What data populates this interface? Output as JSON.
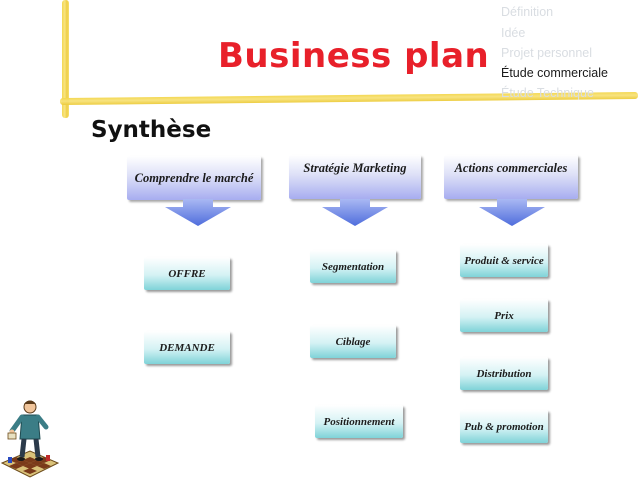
{
  "header": {
    "title": "Business plan"
  },
  "nav": {
    "items": [
      {
        "label": "Définition",
        "active": false
      },
      {
        "label": "Idée",
        "active": false
      },
      {
        "label": "Projet personnel",
        "active": false
      },
      {
        "label": "Étude commerciale",
        "active": true
      },
      {
        "label": "Étude Technique",
        "active": false
      }
    ]
  },
  "section": {
    "heading": "Synthèse"
  },
  "columns": [
    {
      "header": "Comprendre le marché",
      "boxes": [
        "OFFRE",
        "DEMANDE"
      ]
    },
    {
      "header": "Stratégie Marketing",
      "boxes": [
        "Segmentation",
        "Ciblage",
        "Positionnement"
      ]
    },
    {
      "header": "Actions commerciales",
      "boxes": [
        "Produit & service",
        "Prix",
        "Distribution",
        "Pub & promotion"
      ]
    }
  ],
  "colors": {
    "title": "#e8202a",
    "header_box": "#a7adf0",
    "arrow": "#5a74e0",
    "teal_box": "#7fd3d8",
    "border_crayon": "#f3d64a"
  },
  "icons": {
    "clipart": "person-on-chessboard-icon"
  }
}
